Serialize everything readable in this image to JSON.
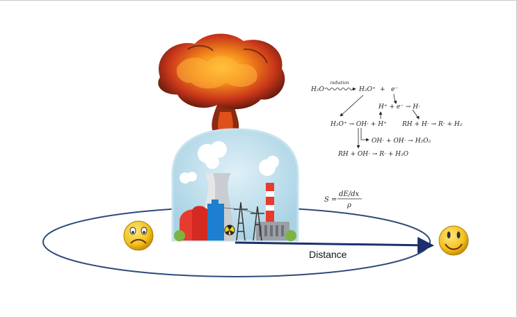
{
  "labels": {
    "distance": "Distance"
  },
  "equations": {
    "line1": {
      "reactant": "H₂O",
      "over_arrow": "radiation",
      "product1": "H₂O⁺",
      "plus": "+",
      "product2": "e⁻"
    },
    "line2": "H⁺ + e⁻ → H·",
    "line3_left": "H₂O⁺ → OH· + H⁺",
    "line3_right": "RH + H· → R· + H₂",
    "line4": "OH· + OH· → H₂O₂",
    "line5": "RH + OH· → R· + H₂O",
    "stopping_power": {
      "lhs": "S =",
      "numerator": "dE/dx",
      "denominator": "ρ"
    }
  },
  "icons": {
    "explosion": "explosion-cloud-icon",
    "plant": "nuclear-power-plant-icon",
    "sad": "sad-face-icon",
    "happy": "happy-face-icon"
  },
  "colors": {
    "ellipse": "#2e4a7a",
    "arrow": "#1c2f6b",
    "smiley": "#f2c21b",
    "fire": "#e0501a"
  }
}
